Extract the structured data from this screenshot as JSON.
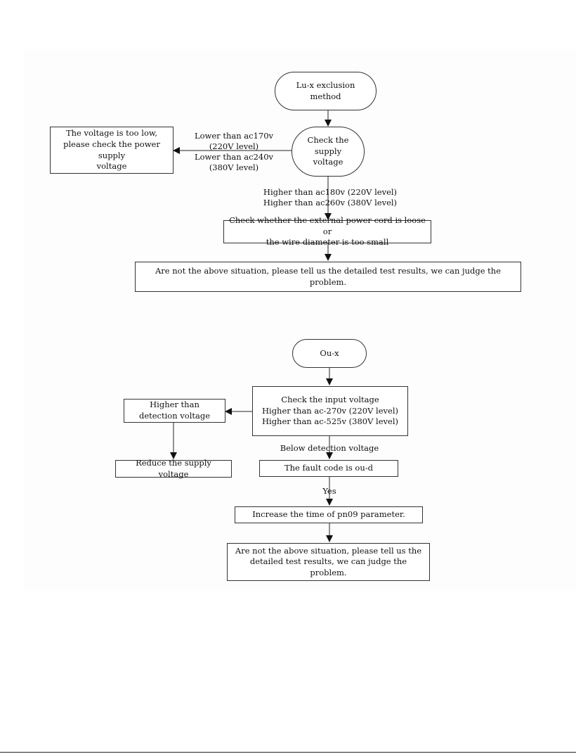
{
  "flow_lu": {
    "start": "Lu-x exclusion method",
    "check_supply": "Check the supply\nvoltage",
    "low_result": "The voltage is too low,\nplease check the power supply\nvoltage",
    "low_condition": "Lower than ac170v\n(220V level)\nLower than ac240v\n(380V level)",
    "high_condition": "Higher than ac180v (220V level)\nHigher than ac260v (380V level)",
    "check_cord": "Check whether the external power cord is loose or\nthe wire diameter is too small",
    "final": "Are not the above situation, please tell us the detailed test results, we can judge the\nproblem."
  },
  "flow_ou": {
    "start": "Ou-x",
    "check_input": "Check the input voltage\nHigher than ac-270v (220V level)\nHigher than ac-525v (380V level)",
    "higher_detection": "Higher than\ndetection voltage",
    "reduce_supply": "Reduce the supply voltage",
    "below_detection": "Below detection voltage",
    "fault_code": "The fault code is ou-d",
    "yes_label": "Yes",
    "increase_time": "Increase the time of pn09 parameter.",
    "final": "Are not the above situation, please tell us the\ndetailed test results, we can judge the problem."
  }
}
